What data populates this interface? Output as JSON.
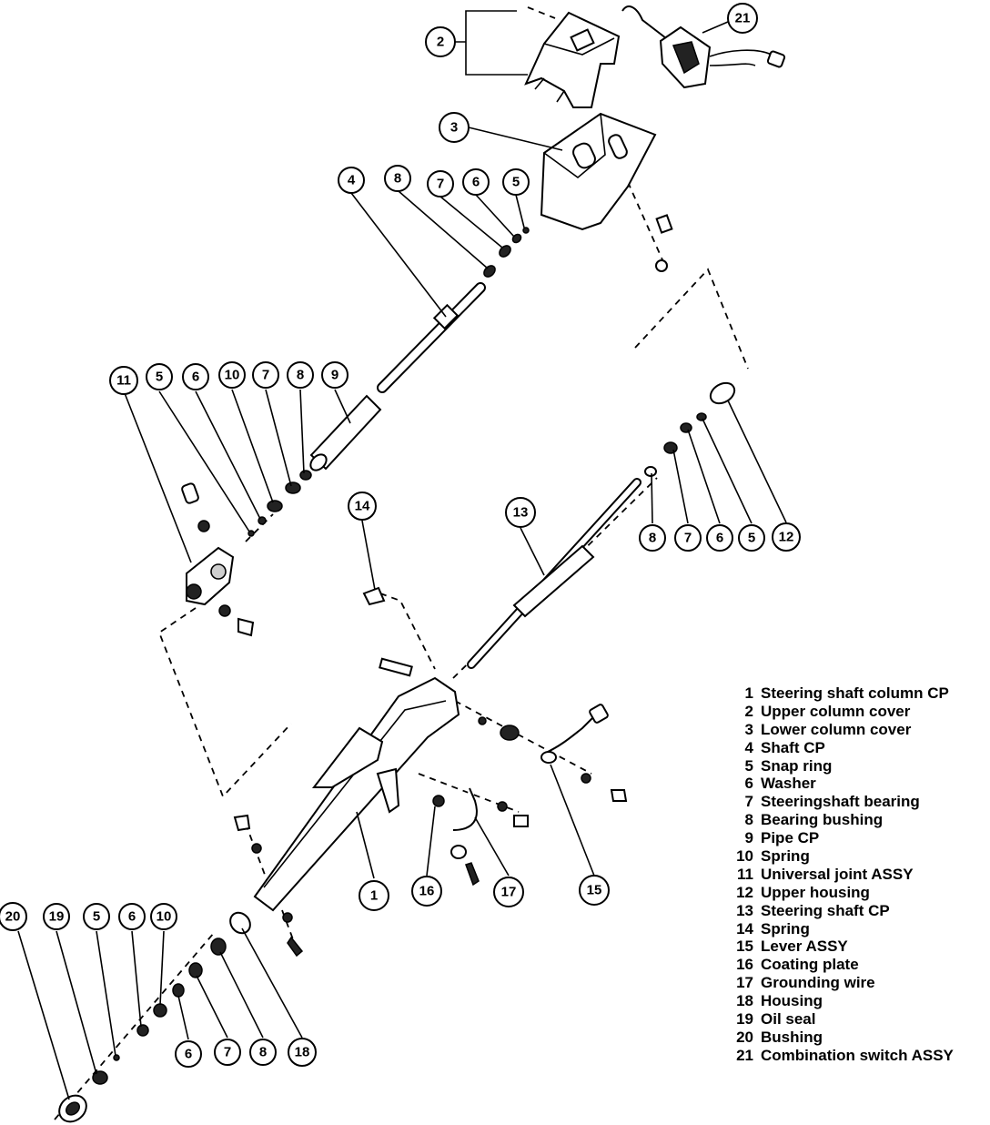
{
  "legend": [
    {
      "number": "1",
      "name": "Steering shaft column CP"
    },
    {
      "number": "2",
      "name": "Upper column cover"
    },
    {
      "number": "3",
      "name": "Lower column cover"
    },
    {
      "number": "4",
      "name": "Shaft CP"
    },
    {
      "number": "5",
      "name": "Snap ring"
    },
    {
      "number": "6",
      "name": "Washer"
    },
    {
      "number": "7",
      "name": "Steeringshaft bearing"
    },
    {
      "number": "8",
      "name": "Bearing bushing"
    },
    {
      "number": "9",
      "name": "Pipe CP"
    },
    {
      "number": "10",
      "name": "Spring"
    },
    {
      "number": "11",
      "name": "Universal joint ASSY"
    },
    {
      "number": "12",
      "name": "Upper housing"
    },
    {
      "number": "13",
      "name": "Steering shaft CP"
    },
    {
      "number": "14",
      "name": "Spring"
    },
    {
      "number": "15",
      "name": "Lever ASSY"
    },
    {
      "number": "16",
      "name": "Coating plate"
    },
    {
      "number": "17",
      "name": "Grounding wire"
    },
    {
      "number": "18",
      "name": "Housing"
    },
    {
      "number": "19",
      "name": "Oil seal"
    },
    {
      "number": "20",
      "name": "Bushing"
    },
    {
      "number": "21",
      "name": "Combination switch ASSY"
    }
  ],
  "callouts": [
    "2",
    "21",
    "3",
    "4",
    "8",
    "7",
    "6",
    "5",
    "11",
    "5",
    "6",
    "10",
    "7",
    "8",
    "9",
    "14",
    "13",
    "8",
    "7",
    "6",
    "5",
    "12",
    "1",
    "16",
    "17",
    "15",
    "20",
    "19",
    "5",
    "6",
    "10",
    "6",
    "7",
    "8",
    "18"
  ]
}
